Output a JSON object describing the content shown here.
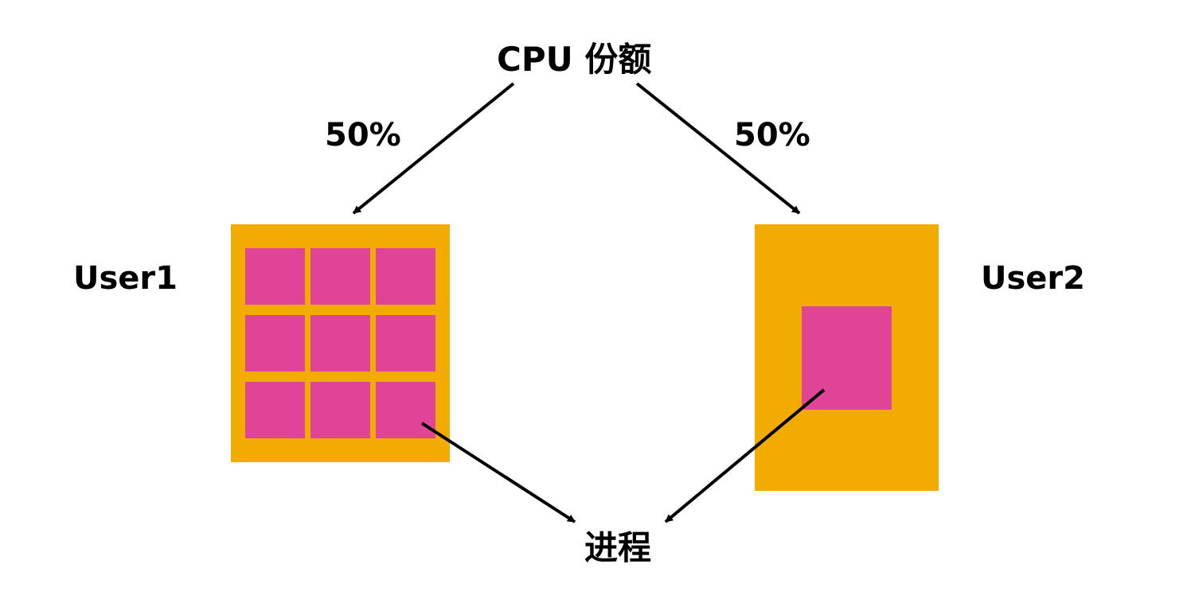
{
  "title": "CPU 份额",
  "share_left": "50%",
  "share_right": "50%",
  "user1": {
    "label": "User1",
    "process_count": 9
  },
  "user2": {
    "label": "User2",
    "process_count": 1
  },
  "bottom_label": "进程",
  "colors": {
    "user_box": "#f2ab00",
    "process": "#e04496",
    "text": "#000000",
    "arrow": "#000000"
  }
}
